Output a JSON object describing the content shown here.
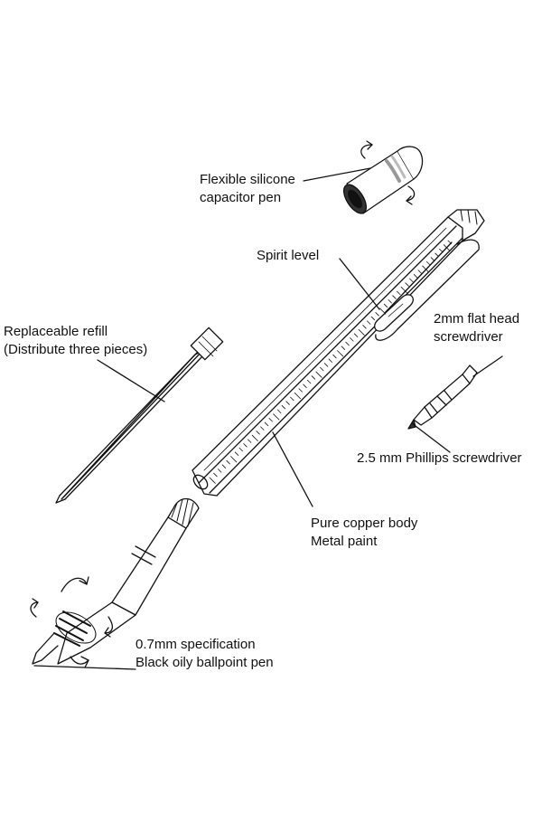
{
  "labels": {
    "capacitor": {
      "line1": "Flexible silicone",
      "line2": "capacitor pen"
    },
    "spirit_level": {
      "line1": "Spirit level"
    },
    "refill": {
      "line1": "Replaceable refill",
      "line2": "(Distribute three pieces)"
    },
    "flat_head": {
      "line1": "2mm flat head",
      "line2": "screwdriver"
    },
    "phillips": {
      "line1": "2.5 mm Phillips screwdriver"
    },
    "body": {
      "line1": "Pure copper body",
      "line2": "Metal paint"
    },
    "ballpoint": {
      "line1": "0.7mm specification",
      "line2": "Black oily ballpoint pen"
    }
  },
  "colors": {
    "line": "#111111",
    "background": "#ffffff",
    "silicone_tip": "#bdbdbd"
  }
}
